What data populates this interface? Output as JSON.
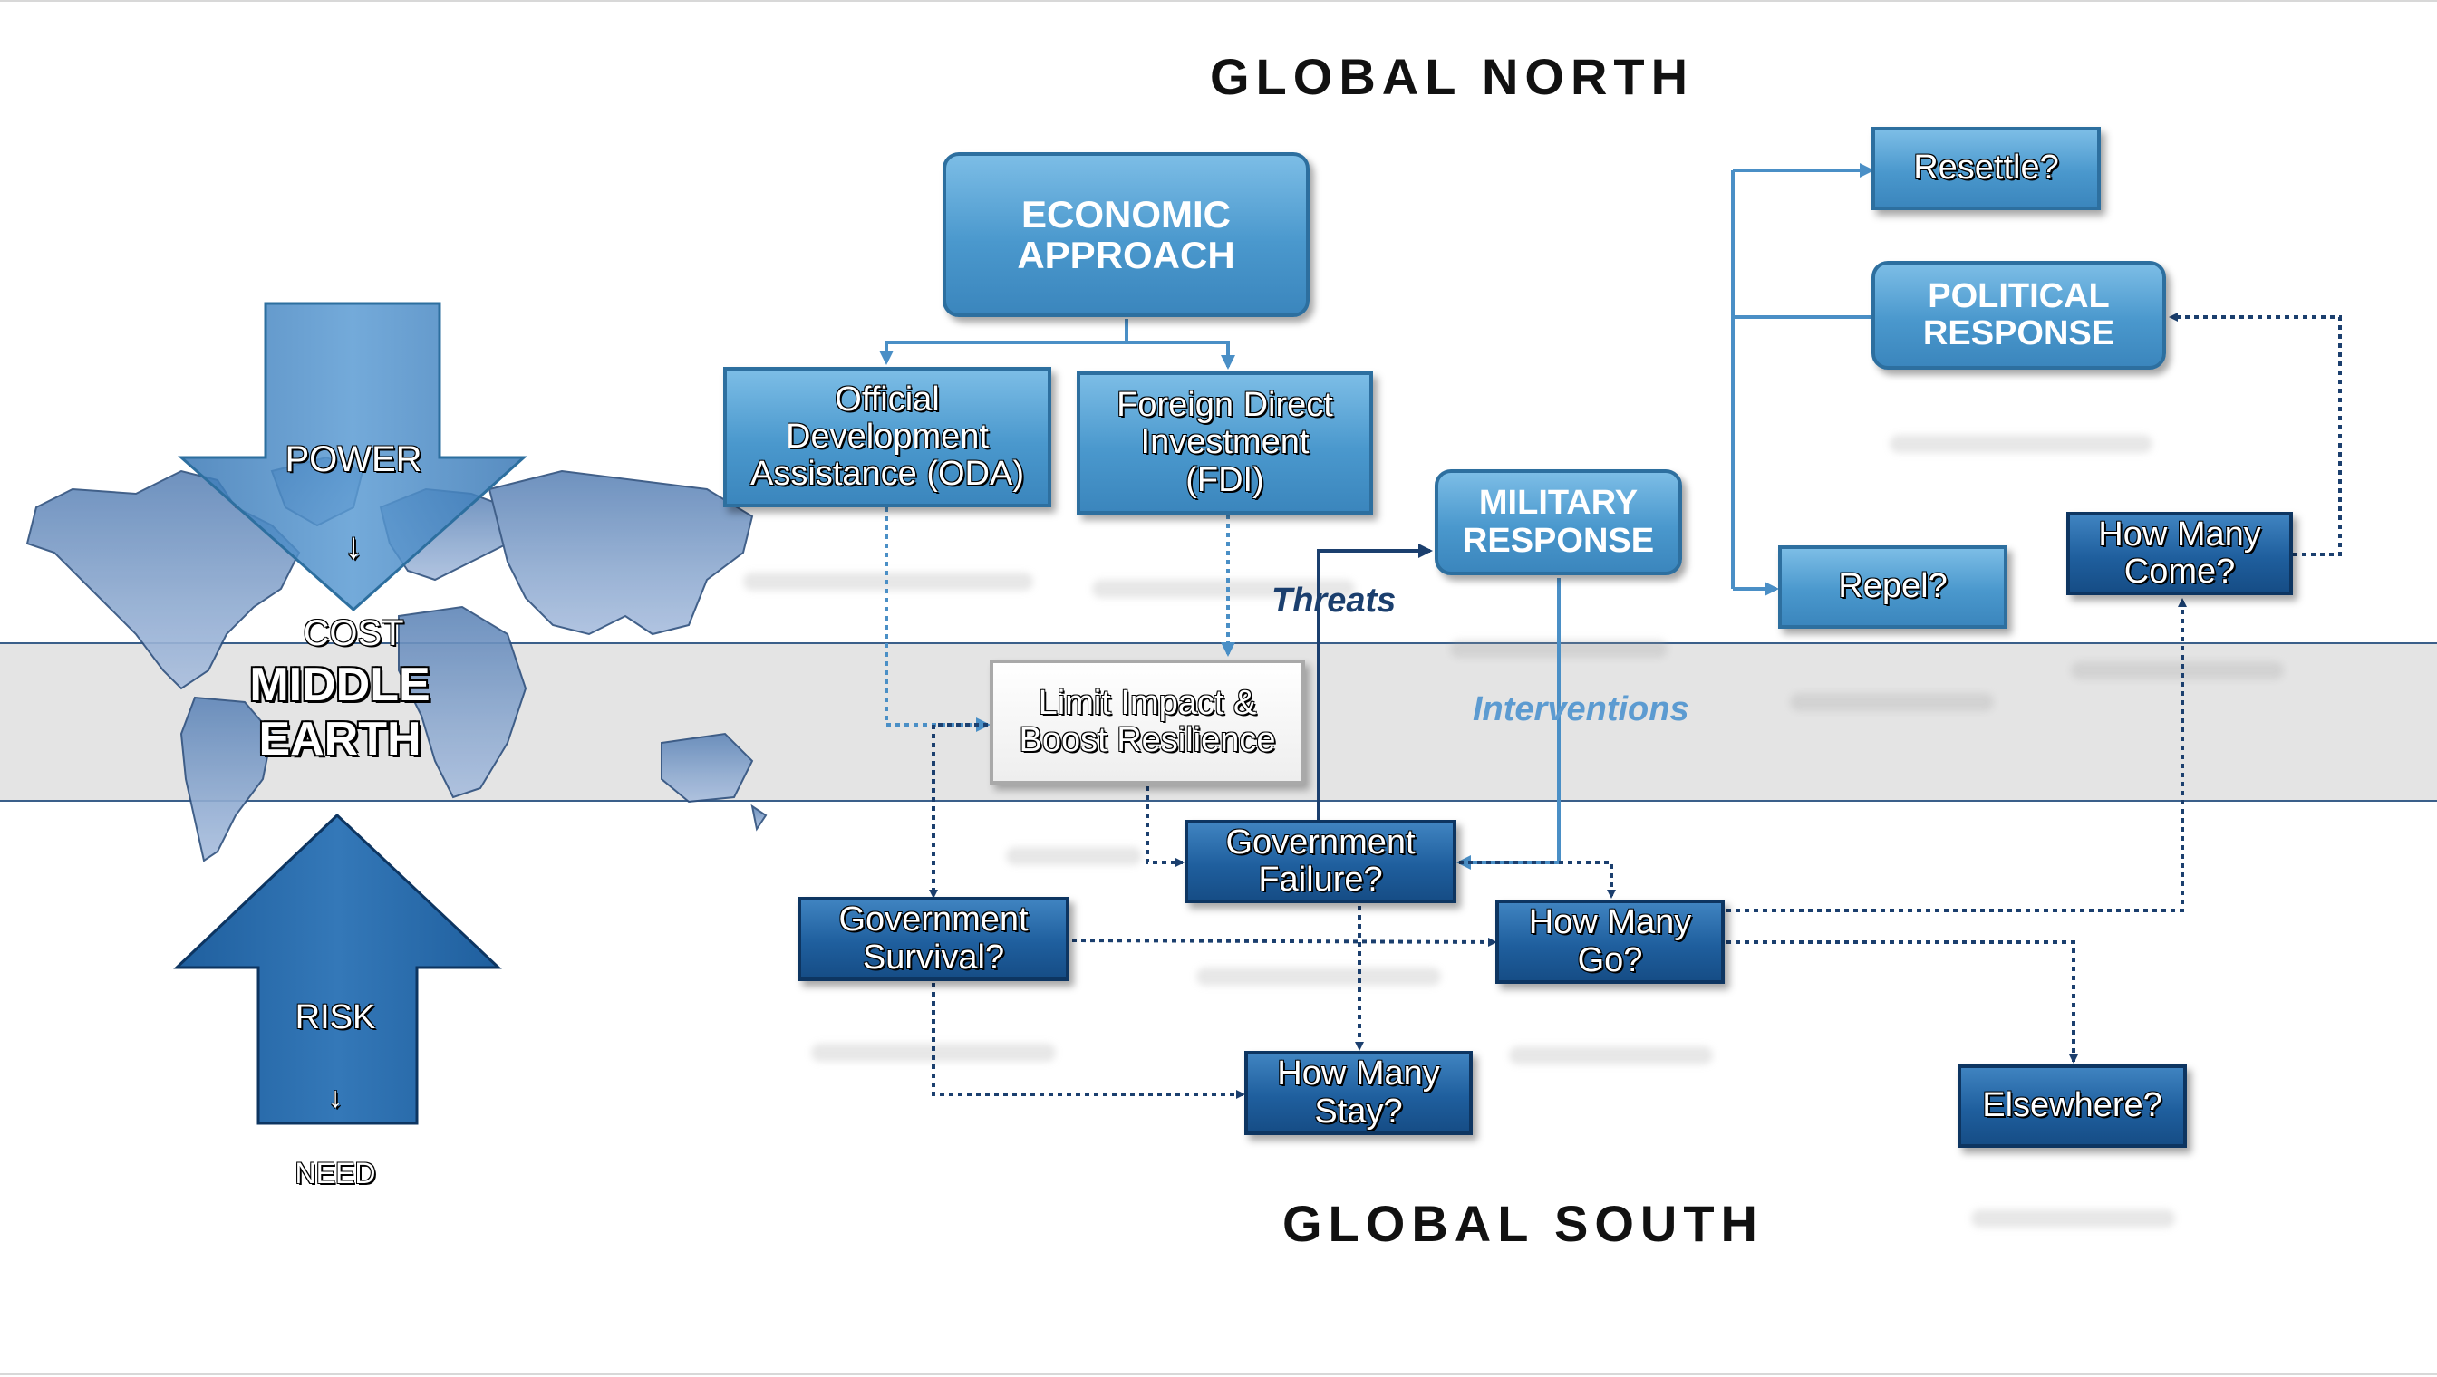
{
  "headings": {
    "north": "GLOBAL NORTH",
    "south": "GLOBAL SOUTH"
  },
  "middle_earth": "MIDDLE\nEARTH",
  "arrows": {
    "down": {
      "top": "POWER",
      "symbol": "↓",
      "bottom": "COST"
    },
    "up": {
      "top": "RISK",
      "symbol": "↓",
      "bottom": "NEED"
    }
  },
  "boxes": {
    "economic": "ECONOMIC\nAPPROACH",
    "oda": "Official\nDevelopment\nAssistance (ODA)",
    "fdi": "Foreign Direct\nInvestment\n(FDI)",
    "military": "MILITARY\nRESPONSE",
    "political": "POLITICAL\nRESPONSE",
    "resettle": "Resettle?",
    "repel": "Repel?",
    "how_many_come": "How Many\nCome?",
    "limit_impact": "Limit Impact &\nBoost Resilience",
    "gov_failure": "Government\nFailure?",
    "gov_survival": "Government\nSurvival?",
    "how_many_go": "How Many\nGo?",
    "how_many_stay": "How Many\nStay?",
    "elsewhere": "Elsewhere?"
  },
  "edge_labels": {
    "threats": "Threats",
    "interventions": "Interventions"
  },
  "colors": {
    "light_box": "#4a98cd",
    "dark_box": "#1f5f9e",
    "navy_line": "#1b3f6e",
    "light_line": "#4a8fc6",
    "interventions_text": "#5c9bd1",
    "band": "#d4d4d4"
  }
}
